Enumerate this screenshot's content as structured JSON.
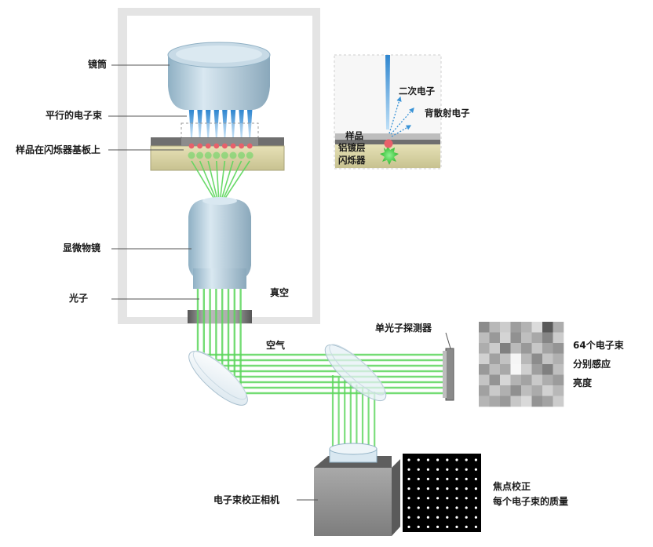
{
  "labels": {
    "tube": "镜筒",
    "parallel_beams": "平行的电子束",
    "sample_on_scintillator": "样品在闪烁器基板上",
    "objective": "显微物镜",
    "photons": "光子",
    "vacuum": "真空",
    "air": "空气",
    "spad": "单光子探测器",
    "camera": "电子束校正相机"
  },
  "inset": {
    "secondary_electrons": "二次电子",
    "backscattered_electrons": "背散射电子",
    "sample": "样品",
    "coating": "铝镀层",
    "scintillator": "闪烁器"
  },
  "detector_caption": [
    "64个电子束",
    "分别感应",
    "亮度"
  ],
  "camera_caption": [
    "焦点校正",
    "每个电子束的质量"
  ],
  "colors": {
    "vacuum_panel": "#e3e3e3",
    "lens_blue": "#aac6d8",
    "electron_beam": "#5aa6dc",
    "photon_green": "#5cd65c",
    "substrate": "#d9d4a4",
    "sample_dot": "#e8606a"
  },
  "brightness_grid": [
    [
      0.55,
      0.72,
      0.8,
      0.62,
      0.7,
      0.86,
      0.35,
      0.68
    ],
    [
      0.74,
      0.6,
      0.83,
      0.57,
      0.75,
      0.66,
      0.52,
      0.8
    ],
    [
      0.68,
      0.8,
      0.5,
      0.73,
      0.6,
      0.78,
      0.64,
      0.58
    ],
    [
      0.82,
      0.63,
      0.76,
      0.96,
      0.72,
      0.55,
      0.77,
      0.69
    ],
    [
      0.6,
      0.74,
      0.66,
      0.97,
      0.81,
      0.62,
      0.5,
      0.75
    ],
    [
      0.77,
      0.58,
      0.84,
      0.7,
      0.64,
      0.79,
      0.68,
      0.61
    ],
    [
      0.63,
      0.79,
      0.69,
      0.56,
      0.74,
      0.67,
      0.82,
      0.72
    ],
    [
      0.71,
      0.66,
      0.6,
      0.78,
      0.85,
      0.58,
      0.64,
      0.8
    ]
  ]
}
